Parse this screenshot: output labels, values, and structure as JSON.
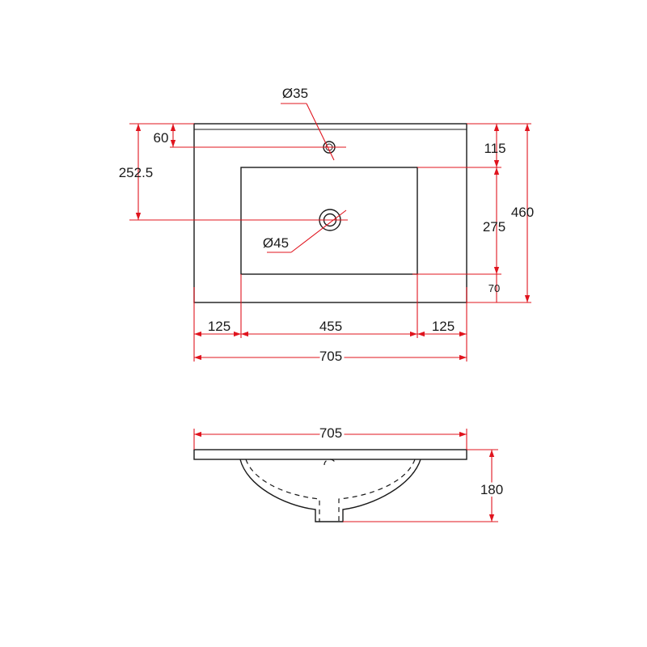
{
  "colors": {
    "dimension_line": "#e0141e",
    "object_line": "#1a1a1a",
    "background": "#ffffff"
  },
  "top_view": {
    "hole_tap_label": "Ø35",
    "drain_label": "Ø45",
    "dim_tap_offset": "60",
    "dim_drain_offset": "252.5",
    "dim_back_to_bowl": "115",
    "dim_bowl_depth": "275",
    "dim_front": "70",
    "dim_total_depth": "460",
    "dim_left_margin": "125",
    "dim_bowl_width": "455",
    "dim_right_margin": "125",
    "dim_total_width": "705"
  },
  "side_view": {
    "dim_total_width": "705",
    "dim_height": "180"
  }
}
